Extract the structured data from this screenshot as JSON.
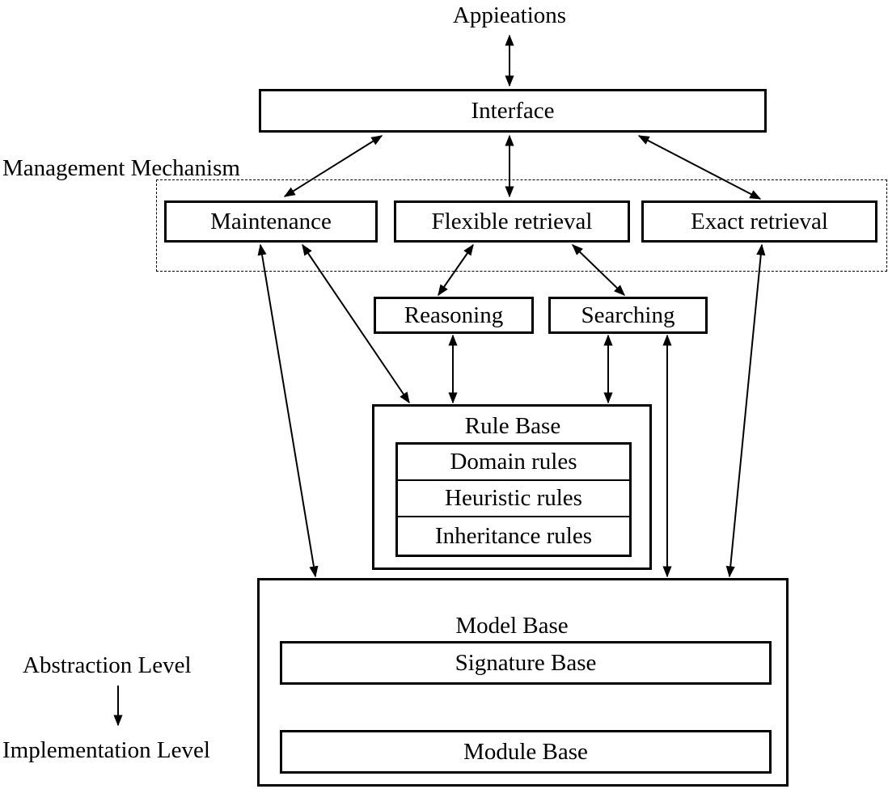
{
  "top_label": "Appieations",
  "interface": "Interface",
  "management": {
    "title": "Management Mechanism",
    "maintenance": "Maintenance",
    "flexible": "Flexible retrieval",
    "exact": "Exact retrieval"
  },
  "reasoning": "Reasoning",
  "searching": "Searching",
  "rule_base": {
    "title": "Rule Base",
    "rules": [
      "Domain rules",
      "Heuristic rules",
      "Inheritance rules"
    ]
  },
  "model_base": {
    "title": "Model Base",
    "signature": "Signature Base",
    "module": "Module Base"
  },
  "levels": {
    "top": "Abstraction Level",
    "bottom": "Implementation Level"
  }
}
